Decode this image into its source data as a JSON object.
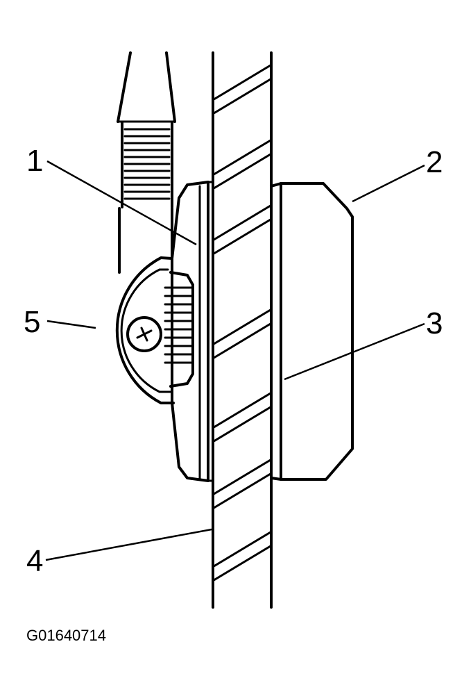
{
  "callouts": {
    "c1": "1",
    "c2": "2",
    "c3": "3",
    "c4": "4",
    "c5": "5"
  },
  "figure_id": "G01640714",
  "colors": {
    "ink": "#000000",
    "paper": "#ffffff"
  }
}
